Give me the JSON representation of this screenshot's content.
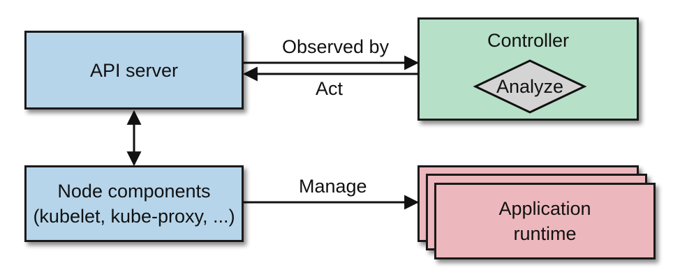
{
  "nodes": {
    "api_server": "API server",
    "controller": "Controller",
    "analyze": "Analyze",
    "node_components_line1": "Node components",
    "node_components_line2": "(kubelet, kube-proxy, ...)",
    "app_runtime_line1": "Application",
    "app_runtime_line2": "runtime"
  },
  "edges": {
    "observed_by": "Observed by",
    "act": "Act",
    "manage": "Manage"
  },
  "colors": {
    "api_fill": "#b6d5ea",
    "controller_fill": "#b6e0c7",
    "analyze_fill": "#d4d4d4",
    "runtime_fill": "#edb8bd"
  }
}
